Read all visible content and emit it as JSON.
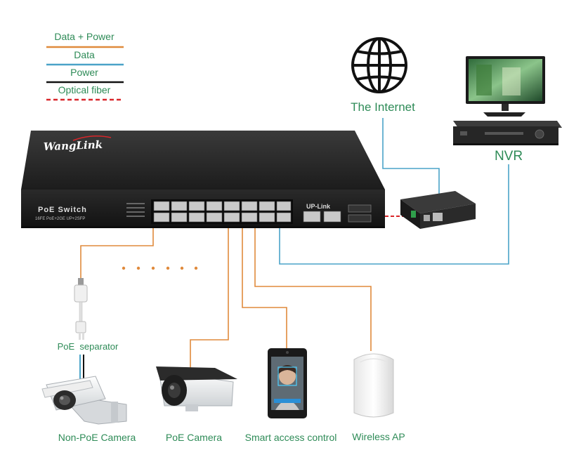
{
  "legend": {
    "items": [
      {
        "label": "Data + Power",
        "color": "#e08a3c",
        "style": "solid"
      },
      {
        "label": "Data",
        "color": "#4aa3c8",
        "style": "solid"
      },
      {
        "label": "Power",
        "color": "#111111",
        "style": "solid"
      },
      {
        "label": "Optical fiber",
        "color": "#d9262a",
        "style": "dashed"
      }
    ]
  },
  "colors": {
    "label_green": "#2e8b57",
    "data_power": "#e08a3c",
    "data": "#4aa3c8",
    "power": "#111111",
    "fiber": "#d9262a"
  },
  "switch": {
    "brand": "WangLink",
    "name": "PoE Switch",
    "spec": "16FE PoE+2GE UP+2SFP",
    "uplink": "UP-Link"
  },
  "nodes": {
    "internet": "The Internet",
    "nvr": "NVR",
    "separator": "PoE  separator",
    "non_poe_camera": "Non-PoE Camera",
    "poe_camera": "PoE Camera",
    "access_control": "Smart access control",
    "wireless_ap": "Wireless AP"
  },
  "icons": {
    "internet": "globe-icon",
    "monitor": "monitor-icon",
    "nvr": "nvr-recorder-icon",
    "converter": "media-converter-icon",
    "separator": "poe-separator-icon",
    "non_poe_camera": "bullet-camera-bracket-icon",
    "poe_camera": "bullet-camera-icon",
    "access_control": "face-terminal-icon",
    "wireless_ap": "access-point-icon"
  }
}
